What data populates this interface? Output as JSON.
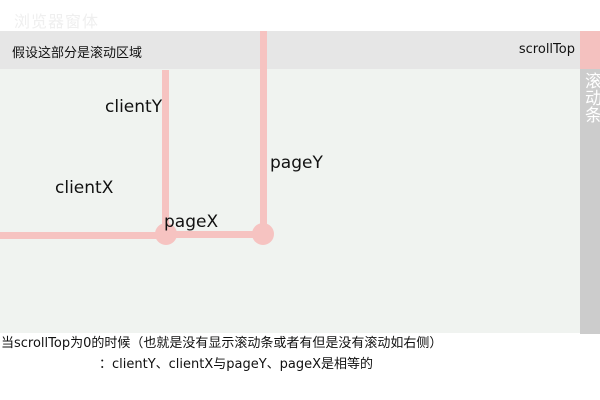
{
  "browser": {
    "title": "浏览器窗体"
  },
  "scroll_area": {
    "label": "假设这部分是滚动区域",
    "scrolltop_label": "scrollTop"
  },
  "scrollbar": {
    "label": "滚动条"
  },
  "markers": {
    "client_y": "clientY",
    "client_x": "clientX",
    "page_x": "pageX",
    "page_y": "pageY"
  },
  "note": {
    "line1": "当scrollTop为0的时候（也就是没有显示滚动条或者有但是没有滚动如右侧）",
    "line2": "：clientY、clientX与pageY、pageX是相等的"
  },
  "colors": {
    "marker": "#f6c3c1",
    "viewport": "#f0f3f0",
    "header": "#e6e6e6",
    "scrollbar_track": "#cccccc",
    "scrollbar_thumb": "#f4c1bf"
  }
}
